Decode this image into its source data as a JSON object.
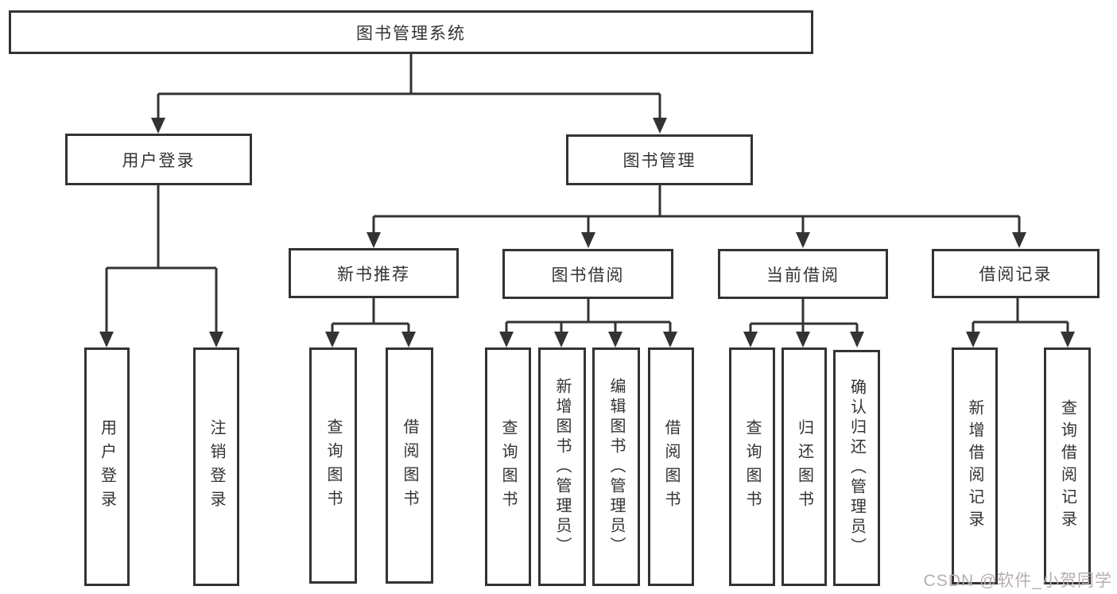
{
  "tree": {
    "root": "图书管理系统",
    "user_login": {
      "label": "用户登录",
      "children": [
        "用户登录",
        "注销登录"
      ]
    },
    "book_mgmt": {
      "label": "图书管理",
      "children": {
        "new_book_rec": {
          "label": "新书推荐",
          "children": [
            "查询图书",
            "借阅图书"
          ]
        },
        "book_borrow": {
          "label": "图书借阅",
          "children": [
            "查询图书",
            "新增图书（管理员）",
            "编辑图书（管理员）",
            "借阅图书"
          ]
        },
        "current_borrow": {
          "label": "当前借阅",
          "children": [
            "查询图书",
            "归还图书",
            "确认归还（管理员）"
          ]
        },
        "borrow_record": {
          "label": "借阅记录",
          "children": [
            "新增借阅记录",
            "查询借阅记录"
          ]
        }
      }
    }
  },
  "watermark": {
    "text": "CSDN @软件_小贺同学"
  },
  "colors": {
    "line": "#333333",
    "box_border": "#333333",
    "text": "#333333",
    "watermark": "#b7aeae",
    "background": "#ffffff"
  }
}
